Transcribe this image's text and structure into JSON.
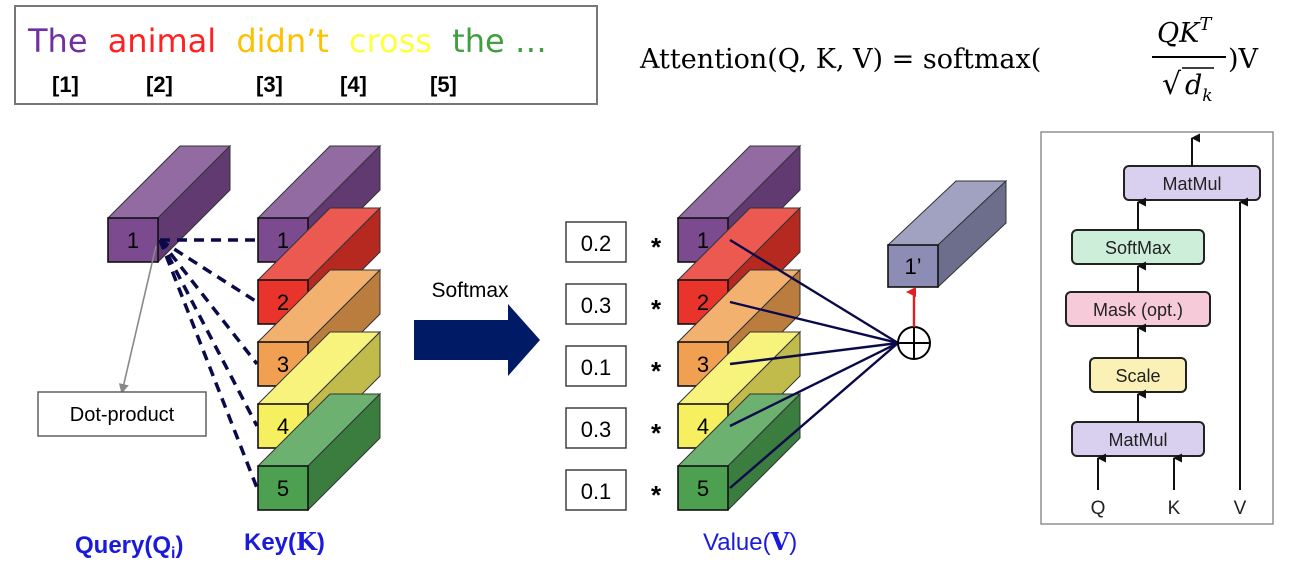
{
  "sentence": {
    "words": [
      {
        "text": "The",
        "color": "#7030a0"
      },
      {
        "text": "animal",
        "color": "#ff2020"
      },
      {
        "text": "didn’t",
        "color": "#ffc000"
      },
      {
        "text": "cross",
        "color": "#ffff40"
      },
      {
        "text": "the …",
        "color": "#40a040"
      }
    ],
    "indices": [
      "[1]",
      "[2]",
      "[3]",
      "[4]",
      "[5]"
    ]
  },
  "formula": {
    "lhs": "Attention(Q, K, V) = softmax(",
    "numerator": "QK",
    "numerator_sup": "T",
    "sqrt_symbol": "√",
    "denominator": "d",
    "denominator_sub": "k",
    "rhs": ")V"
  },
  "query": {
    "label": "1",
    "caption": "Query(Q",
    "caption_sub": "i",
    "caption_close": ")"
  },
  "keys": {
    "labels": [
      "1",
      "2",
      "3",
      "4",
      "5"
    ],
    "caption": "Key(",
    "caption_bold": "K",
    "caption_close": ")"
  },
  "dot_product_label": "Dot-product",
  "softmax_label": "Softmax",
  "weights": [
    "0.2",
    "0.3",
    "0.1",
    "0.3",
    "0.1"
  ],
  "multiply_symbol": "*",
  "values": {
    "labels": [
      "1",
      "2",
      "3",
      "4",
      "5"
    ],
    "caption": "Value(",
    "caption_bold": "V",
    "caption_close": ")"
  },
  "output_label": "1’",
  "block_diagram": {
    "blocks": [
      "MatMul",
      "SoftMax",
      "Mask (opt.)",
      "Scale",
      "MatMul"
    ],
    "inputs": [
      "Q",
      "K",
      "V"
    ]
  },
  "colors": {
    "purple": "#7b4a8f",
    "red": "#e8342a",
    "orange": "#f0a050",
    "yellow": "#f6f060",
    "green": "#4ca050",
    "output": "#8c8cb4",
    "blue_text": "#1a1adc",
    "arrow_navy": "#001a66"
  }
}
